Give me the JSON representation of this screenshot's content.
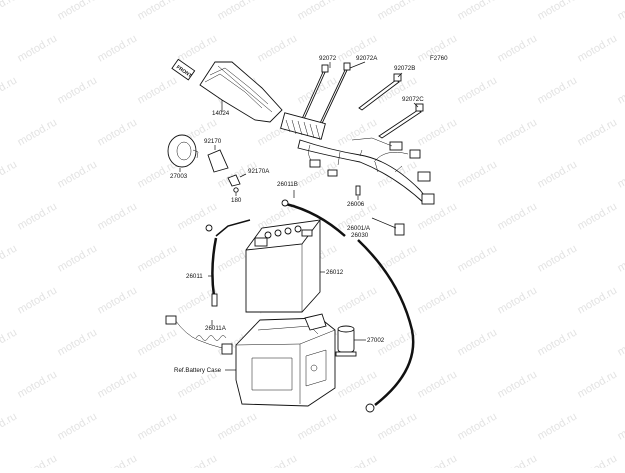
{
  "figure_code": "F2760",
  "watermark_text": "motod.ru",
  "stamp_text": "FRONT",
  "parts": [
    {
      "id": "p14024",
      "label": "14024"
    },
    {
      "id": "p92072",
      "label": "92072"
    },
    {
      "id": "p92072A",
      "label": "92072A"
    },
    {
      "id": "p92072B",
      "label": "92072B"
    },
    {
      "id": "p92072C",
      "label": "92072C"
    },
    {
      "id": "p92170",
      "label": "92170"
    },
    {
      "id": "p92170A",
      "label": "92170A"
    },
    {
      "id": "p27003",
      "label": "27003"
    },
    {
      "id": "p180",
      "label": "180"
    },
    {
      "id": "p26011B",
      "label": "26011B"
    },
    {
      "id": "p26006",
      "label": "26006"
    },
    {
      "id": "p26001A",
      "label": "26001/A"
    },
    {
      "id": "p26030",
      "label": "26030"
    },
    {
      "id": "p26011",
      "label": "26011"
    },
    {
      "id": "p26012",
      "label": "26012"
    },
    {
      "id": "p26011A",
      "label": "26011A"
    },
    {
      "id": "p27002",
      "label": "27002"
    },
    {
      "id": "pRef",
      "label": "Ref.Battery Case"
    }
  ]
}
